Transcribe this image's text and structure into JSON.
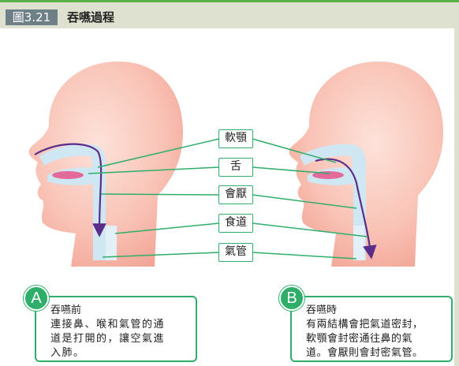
{
  "figure": {
    "number": "圖3.21",
    "title": "吞嚥過程"
  },
  "labels": [
    "軟顎",
    "舌",
    "會厭",
    "食道",
    "氣管"
  ],
  "captions": [
    {
      "letter": "A",
      "title": "吞嚥前",
      "lines": [
        "連接鼻、喉和氣管的通",
        "道是打開的，讓空氣進",
        "入肺。"
      ]
    },
    {
      "letter": "B",
      "title": "吞嚥時",
      "lines": [
        "有兩結構會把氣道密封，",
        "軟顎會封密通往鼻的氣",
        "道。會厭則會封密氣管。"
      ]
    }
  ],
  "colors": {
    "accent": "#2fae6a",
    "header_bar": "#dfe1d0",
    "skin": "#f7b3a6",
    "airway": "#cfe6f3",
    "arrow": "#5a2d8a",
    "tongue": "#e8548a"
  }
}
